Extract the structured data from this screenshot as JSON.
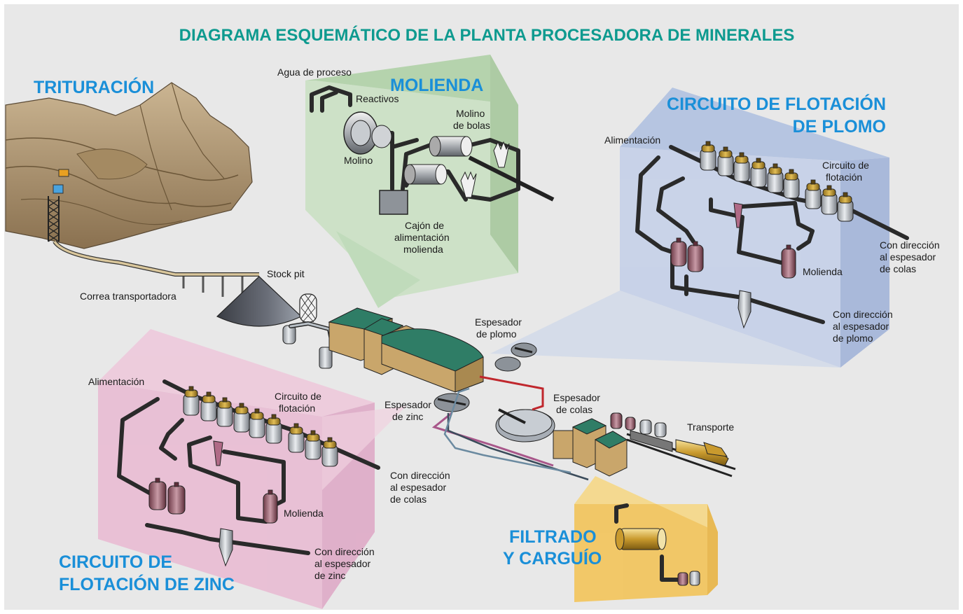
{
  "title": "DIAGRAMA ESQUEMÁTICO DE LA PLANTA PROCESADORA DE MINERALES",
  "colors": {
    "title": "#0e9a8f",
    "section": "#1a8fd8",
    "background": "#e8e8e8",
    "molienda_box": "#b7d8b0",
    "plomo_box": "#b7c5e3",
    "zinc_box": "#e6a9c8",
    "filtrado_box": "#f3c45a",
    "building_roof": "#2f7d66",
    "building_wall": "#c9a66b",
    "lead_line": "#c0272d",
    "zinc_line": "#a8578a"
  },
  "sections": {
    "trituracion": "TRITURACIÓN",
    "molienda": "MOLIENDA",
    "plomo_line1": "CIRCUITO DE FLOTACIÓN",
    "plomo_line2": "DE PLOMO",
    "zinc_line1": "CIRCUITO DE",
    "zinc_line2": "FLOTACIÓN DE ZINC",
    "filtrado_line1": "FILTRADO",
    "filtrado_line2": "Y CARGUÍO"
  },
  "labels": {
    "agua_proceso": "Agua de proceso",
    "reactivos": "Reactivos",
    "molino_bolas_1": "Molino",
    "molino_bolas_2": "de bolas",
    "molino": "Molino",
    "cajon_1": "Cajón de",
    "cajon_2": "alimentación",
    "cajon_3": "molienda",
    "stock_pit": "Stock pit",
    "correa": "Correa transportadora",
    "plomo_alimentacion": "Alimentación",
    "plomo_circuito_1": "Circuito de",
    "plomo_circuito_2": "flotación",
    "plomo_colas_1": "Con dirección",
    "plomo_colas_2": "al espesador",
    "plomo_colas_3": "de colas",
    "plomo_molienda": "Molienda",
    "plomo_esp_1": "Con dirección",
    "plomo_esp_2": "al espesador",
    "plomo_esp_3": "de plomo",
    "espesador_plomo_1": "Espesador",
    "espesador_plomo_2": "de plomo",
    "espesador_zinc_1": "Espesador",
    "espesador_zinc_2": "de zinc",
    "espesador_colas_1": "Espesador",
    "espesador_colas_2": "de colas",
    "transporte": "Transporte",
    "zinc_alimentacion": "Alimentación",
    "zinc_circuito_1": "Circuito de",
    "zinc_circuito_2": "flotación",
    "zinc_colas_1": "Con dirección",
    "zinc_colas_2": "al espesador",
    "zinc_colas_3": "de colas",
    "zinc_molienda": "Molienda",
    "zinc_esp_1": "Con dirección",
    "zinc_esp_2": "al espesador",
    "zinc_esp_3": "de zinc"
  }
}
